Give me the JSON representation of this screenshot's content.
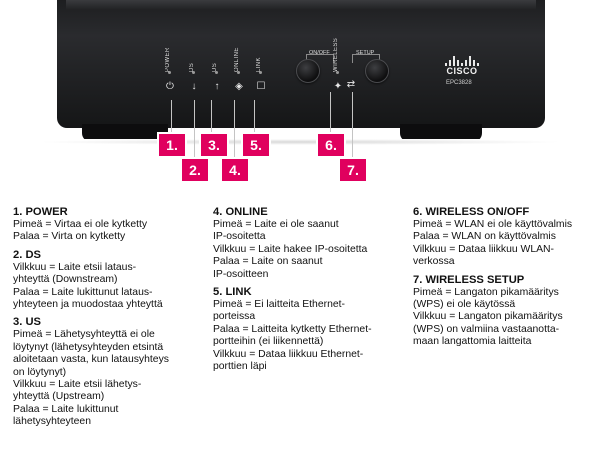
{
  "device": {
    "leds": [
      {
        "label": "POWER",
        "symbol": "⏻",
        "icon": "power-icon"
      },
      {
        "label": "DS",
        "symbol": "↓",
        "icon": "downstream-icon"
      },
      {
        "label": "US",
        "symbol": "↑",
        "icon": "upstream-icon"
      },
      {
        "label": "ONLINE",
        "symbol": "◈",
        "icon": "online-icon"
      },
      {
        "label": "LINK",
        "symbol": "☐",
        "icon": "link-icon"
      }
    ],
    "wireless_label": "WIRELESS",
    "onoff_label": "ON/OFF",
    "setup_label": "SETUP",
    "brand": "CISCO",
    "model": "EPC3828"
  },
  "callouts": [
    "1.",
    "2.",
    "3.",
    "4.",
    "5.",
    "6.",
    "7."
  ],
  "colors": {
    "accent": "#e0005e",
    "device": "#1d1e20"
  },
  "legend": [
    {
      "title": "1. POWER",
      "text": "Pimeä = Virtaa ei ole kytketty\nPalaa = Virta on kytketty"
    },
    {
      "title": "2. DS",
      "text": "Vilkkuu = Laite etsii lataus-\nyhteyttä (Downstream)\nPalaa = Laite lukittunut lataus-\nyhteyteen ja muodostaa yhteyttä"
    },
    {
      "title": "3. US",
      "text": "Pimeä = Lähetysyhteyttä ei ole\nlöytynyt (lähetysyhteyden etsintä\naloitetaan vasta, kun latausyhteys\non löytynyt)\nVilkkuu = Laite etsii lähetys-\nyhteyttä (Upstream)\nPalaa = Laite lukittunut\nlähetysyhteyteen"
    },
    {
      "title": "4. ONLINE",
      "text": "Pimeä = Laite ei ole saanut\nIP-osoitetta\nVilkkuu = Laite hakee IP-osoitetta\nPalaa = Laite on saanut\nIP-osoitteen"
    },
    {
      "title": "5. LINK",
      "text": "Pimeä = Ei laitteita Ethernet-\nporteissa\nPalaa = Laitteita kytketty Ethernet-\nportteihin (ei liikennettä)\nVilkkuu = Dataa liikkuu Ethernet-\nporttien läpi"
    },
    {
      "title": "6. WIRELESS ON/OFF",
      "text": "Pimeä = WLAN ei ole käyttövalmis\nPalaa = WLAN on käyttövalmis\nVilkkuu = Dataa liikkuu WLAN-\nverkossa"
    },
    {
      "title": "7. WIRELESS SETUP",
      "text": "Pimeä = Langaton pikamääritys\n(WPS) ei ole käytössä\nVilkkuu = Langaton pikamääritys\n(WPS) on valmiina vastaanotta-\nmaan langattomia laitteita"
    }
  ]
}
